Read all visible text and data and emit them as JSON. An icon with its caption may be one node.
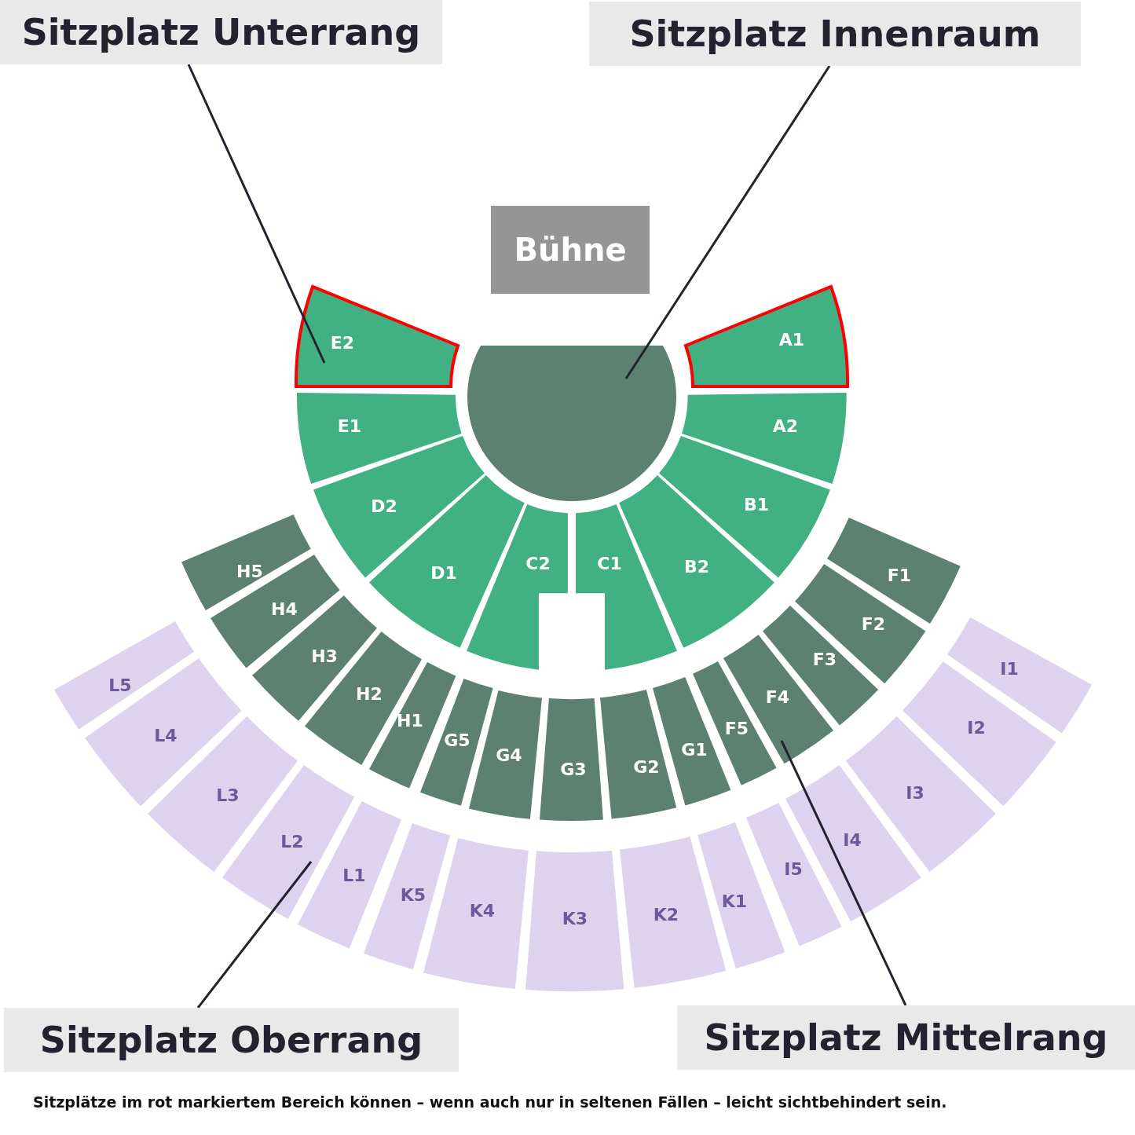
{
  "diagram": {
    "nodes": [
      {
        "text": [
          "Sitzplatz Unterrang"
        ]
      },
      {
        "text": [
          "Sitzplatz Innenraum"
        ]
      },
      {
        "text": [
          "Bühne"
        ]
      },
      {
        "text": [
          "E2"
        ]
      },
      {
        "text": [
          "A1"
        ]
      },
      {
        "text": [],
        "shape": "circle"
      },
      {
        "text": [
          "E1"
        ]
      },
      {
        "text": [
          "A2"
        ]
      },
      {
        "text": [
          "D2"
        ]
      },
      {
        "text": [
          "B1"
        ]
      },
      {
        "text": [
          "D1"
        ]
      },
      {
        "text": [
          "C2"
        ]
      },
      {
        "text": [
          "C1"
        ]
      },
      {
        "text": [
          "B2"
        ]
      },
      {
        "text": [
          "H5"
        ]
      },
      {
        "text": [
          "F1"
        ]
      },
      {
        "text": [
          "H4"
        ]
      },
      {
        "text": [
          "F2"
        ]
      },
      {
        "text": [
          "H3"
        ]
      },
      {
        "text": [
          "F3"
        ]
      },
      {
        "text": [
          "H2"
        ]
      },
      {
        "text": [
          "F4"
        ]
      },
      {
        "text": [
          "H1"
        ]
      },
      {
        "text": [
          "G5"
        ]
      },
      {
        "text": [
          "F5"
        ]
      },
      {
        "text": [
          "G4"
        ]
      },
      {
        "text": [
          "G1"
        ]
      },
      {
        "text": [
          "G3"
        ]
      },
      {
        "text": [
          "G2"
        ]
      },
      {
        "text": [
          "L5"
        ]
      },
      {
        "text": [
          "I1"
        ]
      },
      {
        "text": [
          "L4"
        ]
      },
      {
        "text": [
          "I2"
        ]
      },
      {
        "text": [
          "L3"
        ]
      },
      {
        "text": [
          "I3"
        ]
      },
      {
        "text": [
          "L2"
        ]
      },
      {
        "text": [
          "I4"
        ]
      },
      {
        "text": [
          "L1"
        ]
      },
      {
        "text": [
          "K5"
        ]
      },
      {
        "text": [
          "I5"
        ]
      },
      {
        "text": [
          "K4"
        ]
      },
      {
        "text": [
          "K1"
        ]
      },
      {
        "text": [
          "K3"
        ]
      },
      {
        "text": [
          "K2"
        ]
      },
      {
        "text": [
          "Sitzplatz Oberrang"
        ]
      },
      {
        "text": [
          "Sitzplatz Mittelrang"
        ]
      }
    ],
    "edges": [
      {
        "from": 0,
        "to": 3,
        "arrow": "none"
      },
      {
        "from": 1,
        "to": 5,
        "arrow": "none"
      },
      {
        "from": 44,
        "to": 35,
        "arrow": "none"
      },
      {
        "from": 45,
        "to": 21,
        "arrow": "none"
      }
    ],
    "labels": [
      "Sitzplätze im rot markiertem Bereich können – wenn auch nur in seltenen Fällen – leicht sichtbehindert sein."
    ]
  }
}
